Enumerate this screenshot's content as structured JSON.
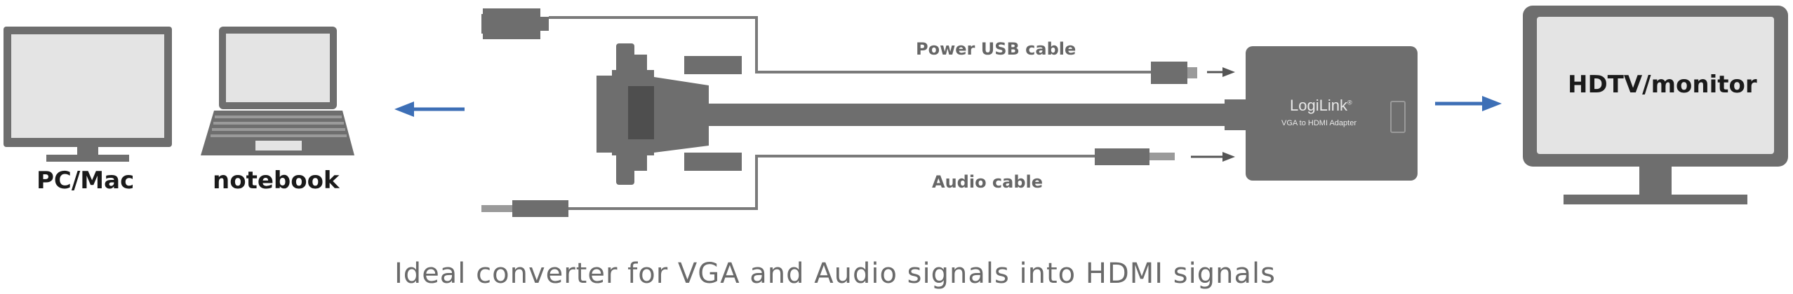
{
  "labels": {
    "pc": "PC/Mac",
    "notebook": "notebook",
    "monitor": "HDTV/monitor",
    "power_cable": "Power USB cable",
    "audio_cable": "Audio cable"
  },
  "adapter": {
    "brand": "LogiLink",
    "brand_mark": "®",
    "subtitle": "VGA to HDMI Adapter"
  },
  "caption": "Ideal converter for VGA and Audio signals into HDMI signals",
  "colors": {
    "device_gray": "#6e6e6e",
    "screen_gray": "#e4e4e4",
    "arrow_blue": "#3d6fb6",
    "small_arrow": "#555555"
  }
}
